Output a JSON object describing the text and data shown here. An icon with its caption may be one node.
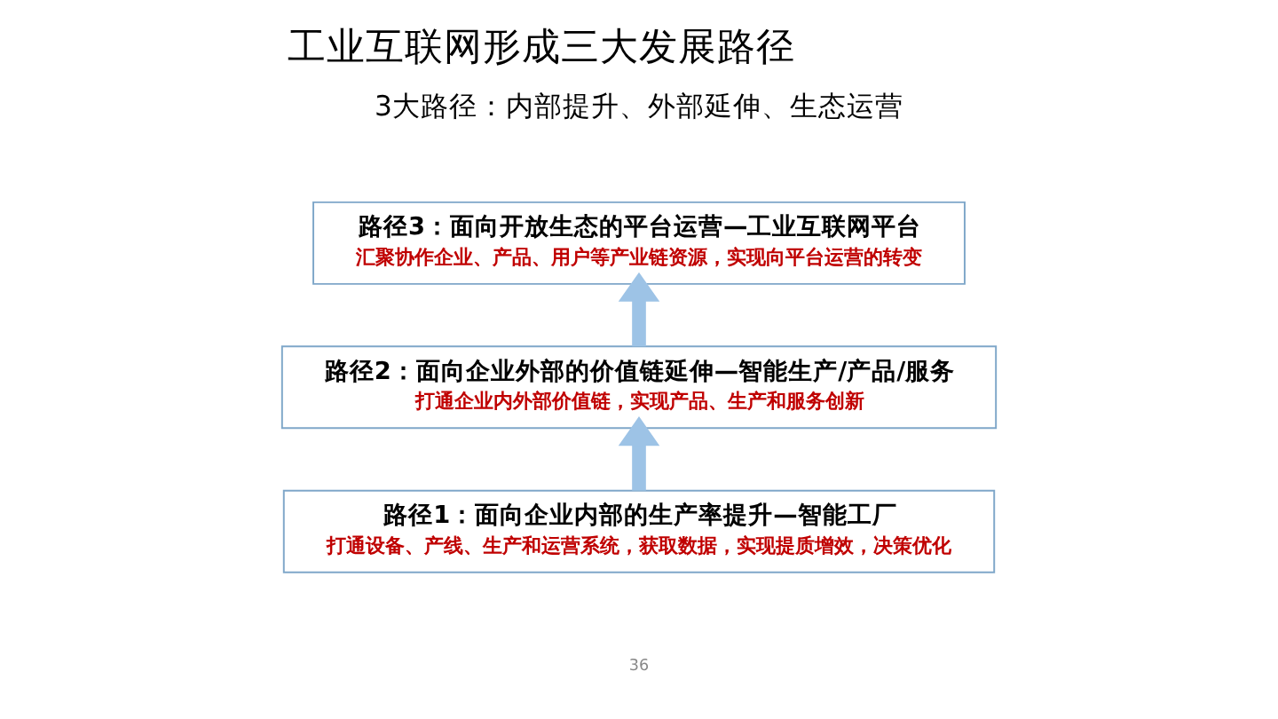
{
  "diagram": {
    "title": "工业互联网形成三大发展路径",
    "nodes": [
      {
        "text": [
          "路径3：面向开放生态的平台运营—工业互联网平台",
          "汇聚协作企业、产品、用户等产业链资源，实现向平台运营的转变"
        ]
      },
      {
        "text": [
          "路径2：面向企业外部的价值链延伸—智能生产/产品/服务",
          "打通企业内外部价值链，实现产品、生产和服务创新"
        ]
      },
      {
        "text": [
          "路径1：面向企业内部的生产率提升—智能工厂",
          "打通设备、产线、生产和运营系统，获取数据，实现提质增效，决策优化"
        ]
      }
    ],
    "edges": [
      {
        "from": 2,
        "to": 1,
        "arrow": "to"
      },
      {
        "from": 1,
        "to": 0,
        "arrow": "to"
      }
    ],
    "labels": [
      "3大路径：内部提升、外部延伸、生态运营",
      "36"
    ]
  }
}
